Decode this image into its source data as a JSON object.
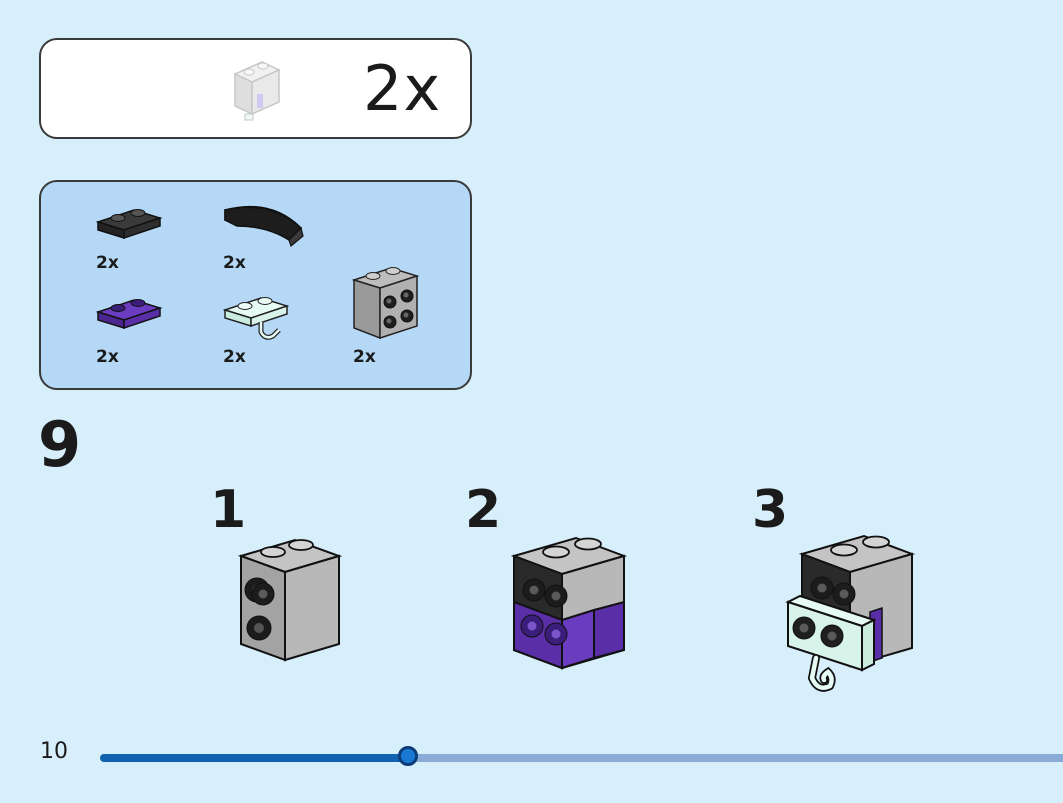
{
  "submodel": {
    "multiplier": "2x",
    "icon": "assembled-brick-icon"
  },
  "parts_list": {
    "parts": [
      {
        "name": "black-plate-1x2",
        "count": "2x",
        "color": "#2b2b2b"
      },
      {
        "name": "black-curved-slope",
        "count": "2x",
        "color": "#1f1f1f"
      },
      {
        "name": "purple-plate-1x2",
        "count": "2x",
        "color": "#5a2ea6"
      },
      {
        "name": "mint-plate-with-clip",
        "count": "2x",
        "color": "#d7f3ea"
      },
      {
        "name": "gray-brick-with-studs",
        "count": "2x",
        "color": "#a9a9a9"
      }
    ]
  },
  "instructions": {
    "step_number": "9",
    "substeps": [
      {
        "number": "1"
      },
      {
        "number": "2"
      },
      {
        "number": "3"
      }
    ]
  },
  "footer": {
    "page_number": "10",
    "progress_fraction": 0.32
  },
  "colors": {
    "background": "#d7eefb",
    "parts_panel": "#b4d8f6",
    "progress_done": "#0f62b0",
    "progress_rest": "#8aabd8"
  }
}
